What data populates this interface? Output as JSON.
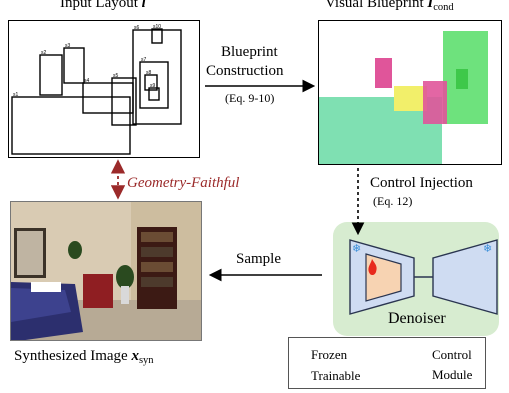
{
  "titles": {
    "input_layout": "Input Layout ",
    "input_layout_symbol": "l",
    "visual_blueprint": "Visual Blueprint ",
    "visual_blueprint_symbol": "I",
    "visual_blueprint_sub": "cond"
  },
  "arrows": {
    "blueprint_line1": "Blueprint",
    "blueprint_line2": "Construction",
    "blueprint_eq": "(Eq. 9-10)",
    "geometry": "Geometry-Faithful",
    "control_injection": "Control Injection",
    "control_eq": "(Eq. 12)",
    "sample": "Sample"
  },
  "denoiser": {
    "label": "Denoiser"
  },
  "output": {
    "caption": "Synthesized Image ",
    "symbol": "x",
    "sub": "syn"
  },
  "legend": {
    "frozen": "Frozen",
    "trainable": "Trainable",
    "control_line1": "Control",
    "control_line2": "Module"
  },
  "layout_box_labels": [
    "s1",
    "s2",
    "s3",
    "s4",
    "s5",
    "s6",
    "s7",
    "s8",
    "s9",
    "s10"
  ],
  "colors": {
    "blueprint_green": "#55dd66",
    "blueprint_teal": "#7fe0b2",
    "blueprint_pink": "#e0559a",
    "blueprint_yellow": "#f2ef6a",
    "denoiser_bg": "#d7ecd0",
    "unet_fill": "#cfdcf2",
    "control_fill": "#f7d3b2",
    "arrow_red": "#9b2a2a"
  }
}
